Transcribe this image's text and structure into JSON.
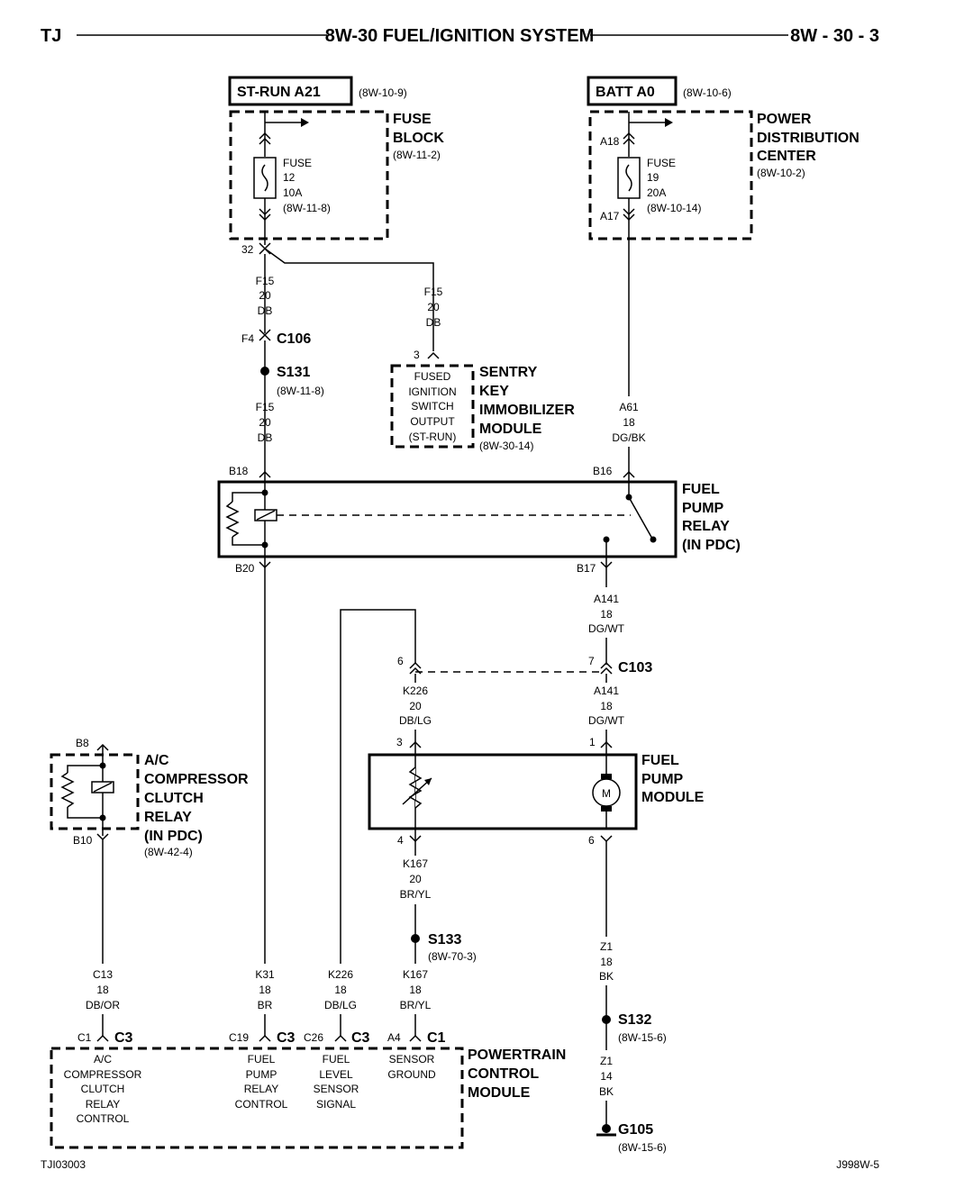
{
  "header": {
    "left": "TJ",
    "title": "8W-30 FUEL/IGNITION SYSTEM",
    "right": "8W - 30 - 3"
  },
  "footer": {
    "left": "TJI03003",
    "right": "J998W-5"
  },
  "st_run": {
    "label": "ST-RUN A21",
    "ref": "(8W-10-9)"
  },
  "batt": {
    "label": "BATT A0",
    "ref": "(8W-10-6)"
  },
  "fuse_block": {
    "title1": "FUSE",
    "title2": "BLOCK",
    "ref": "(8W-11-2)",
    "fuse_l1": "FUSE",
    "fuse_l2": "12",
    "fuse_l3": "10A",
    "fuse_l4": "(8W-11-8)",
    "pin": "32"
  },
  "pdc": {
    "title1": "POWER",
    "title2": "DISTRIBUTION",
    "title3": "CENTER",
    "ref": "(8W-10-2)",
    "fuse_l1": "FUSE",
    "fuse_l2": "19",
    "fuse_l3": "20A",
    "fuse_l4": "(8W-10-14)",
    "pin_top": "A18",
    "pin_bot": "A17"
  },
  "wires": {
    "f15a": [
      "F15",
      "20",
      "DB"
    ],
    "f15b": [
      "F15",
      "20",
      "DB"
    ],
    "f15c": [
      "F15",
      "20",
      "DB"
    ],
    "a61": [
      "A61",
      "18",
      "DG/BK"
    ],
    "a141a": [
      "A141",
      "18",
      "DG/WT"
    ],
    "a141b": [
      "A141",
      "18",
      "DG/WT"
    ],
    "k226a": [
      "K226",
      "20",
      "DB/LG"
    ],
    "k167a": [
      "K167",
      "20",
      "BR/YL"
    ],
    "c13": [
      "C13",
      "18",
      "DB/OR"
    ],
    "k31": [
      "K31",
      "18",
      "BR"
    ],
    "k226b": [
      "K226",
      "18",
      "DB/LG"
    ],
    "k167b": [
      "K167",
      "18",
      "BR/YL"
    ],
    "z1a": [
      "Z1",
      "18",
      "BK"
    ],
    "z1b": [
      "Z1",
      "14",
      "BK"
    ]
  },
  "c106": {
    "pin": "F4",
    "label": "C106"
  },
  "s131": {
    "label": "S131",
    "ref": "(8W-11-8)"
  },
  "skim": {
    "pin": "3",
    "inner": [
      "FUSED",
      "IGNITION",
      "SWITCH",
      "OUTPUT",
      "(ST-RUN)"
    ],
    "title": [
      "SENTRY",
      "KEY",
      "IMMOBILIZER",
      "MODULE"
    ],
    "ref": "(8W-30-14)"
  },
  "fuel_relay": {
    "pin_b18": "B18",
    "pin_b16": "B16",
    "pin_b20": "B20",
    "pin_b17": "B17",
    "title": [
      "FUEL",
      "PUMP",
      "RELAY",
      "(IN PDC)"
    ]
  },
  "c103": {
    "pin6": "6",
    "pin7": "7",
    "label": "C103"
  },
  "fuel_pump_module": {
    "pin3": "3",
    "pin1": "1",
    "pin4": "4",
    "pin6": "6",
    "motor": "M",
    "title": [
      "FUEL",
      "PUMP",
      "MODULE"
    ]
  },
  "ac_relay": {
    "pin_top": "B8",
    "pin_bot": "B10",
    "title": [
      "A/C",
      "COMPRESSOR",
      "CLUTCH",
      "RELAY",
      "(IN PDC)"
    ],
    "ref": "(8W-42-4)"
  },
  "s133": {
    "label": "S133",
    "ref": "(8W-70-3)"
  },
  "s132": {
    "label": "S132",
    "ref": "(8W-15-6)"
  },
  "g105": {
    "label": "G105",
    "ref": "(8W-15-6)"
  },
  "pcm": {
    "title": [
      "POWERTRAIN",
      "CONTROL",
      "MODULE"
    ],
    "pins": [
      {
        "pin": "C1",
        "conn": "C3",
        "lines": [
          "A/C",
          "COMPRESSOR",
          "CLUTCH",
          "RELAY",
          "CONTROL"
        ]
      },
      {
        "pin": "C19",
        "conn": "C3",
        "lines": [
          "FUEL",
          "PUMP",
          "RELAY",
          "CONTROL"
        ]
      },
      {
        "pin": "C26",
        "conn": "C3",
        "lines": [
          "FUEL",
          "LEVEL",
          "SENSOR",
          "SIGNAL"
        ]
      },
      {
        "pin": "A4",
        "conn": "C1",
        "lines": [
          "SENSOR",
          "GROUND"
        ]
      }
    ]
  }
}
